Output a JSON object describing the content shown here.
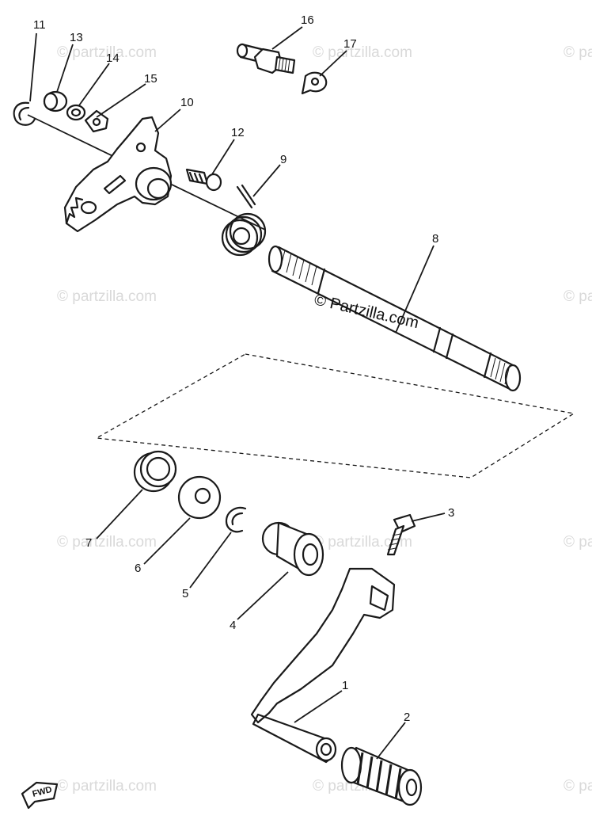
{
  "diagram": {
    "watermark_main": "© Partzilla.com",
    "watermark_repeat": "© partzilla.com",
    "fwd_label": "FWD",
    "callouts": [
      "1",
      "2",
      "3",
      "4",
      "5",
      "6",
      "7",
      "8",
      "9",
      "10",
      "11",
      "12",
      "13",
      "14",
      "15",
      "16",
      "17"
    ]
  }
}
